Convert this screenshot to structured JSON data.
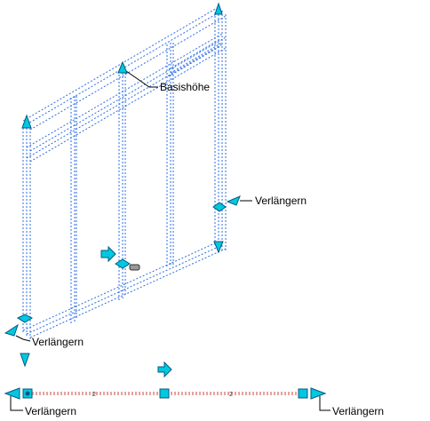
{
  "labels": {
    "base_height": "Basishöhe",
    "extend_right": "Verlängern",
    "extend_left": "Verlängern",
    "extend_bottom_left": "Verlängern",
    "extend_bottom_right": "Verlängern"
  },
  "colors": {
    "outline": "#2e6ee6",
    "grip": "#00c8e0",
    "grip_stroke": "#005a80",
    "leader": "#000000",
    "plan_line": "#cc4444",
    "grip_gray": "#999999"
  },
  "icons": {
    "arrow_grip": "triangle",
    "diamond_grip": "diamond",
    "square_grip": "square",
    "flip_grip": "arrow-right"
  }
}
